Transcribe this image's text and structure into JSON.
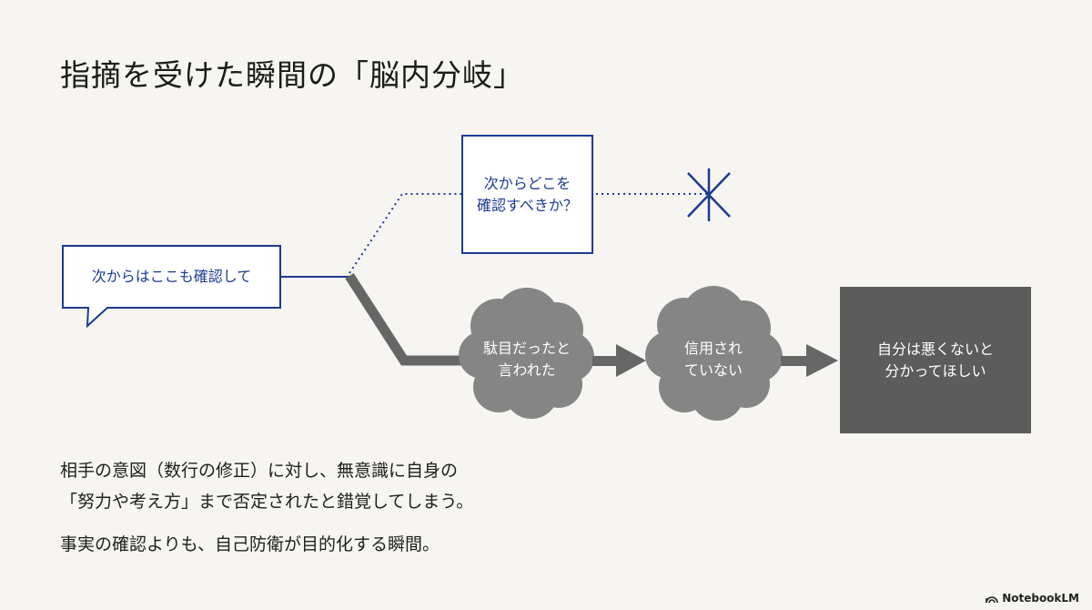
{
  "title": "指摘を受けた瞬間の「脳内分岐」",
  "diagram": {
    "speech_bubble": "次からはここも確認して",
    "dotted_box": "次からどこを\n確認すべきか？",
    "cloud_1": "駄目だったと\n言われた",
    "cloud_2": "信用され\nていない",
    "dark_box": "自分は悪くないと\n分かってほしい",
    "colors": {
      "blue": "#1c3a8f",
      "gray_path": "#666666",
      "cloud": "#858585",
      "dark_box": "#5c5c5c"
    }
  },
  "body": {
    "line1": "相手の意図（数行の修正）に対し、無意識に自身の",
    "line2": "「努力や考え方」まで否定されたと錯覚してしまう。",
    "line3": "事実の確認よりも、自己防衛が目的化する瞬間。"
  },
  "footer": {
    "brand": "NotebookLM"
  }
}
